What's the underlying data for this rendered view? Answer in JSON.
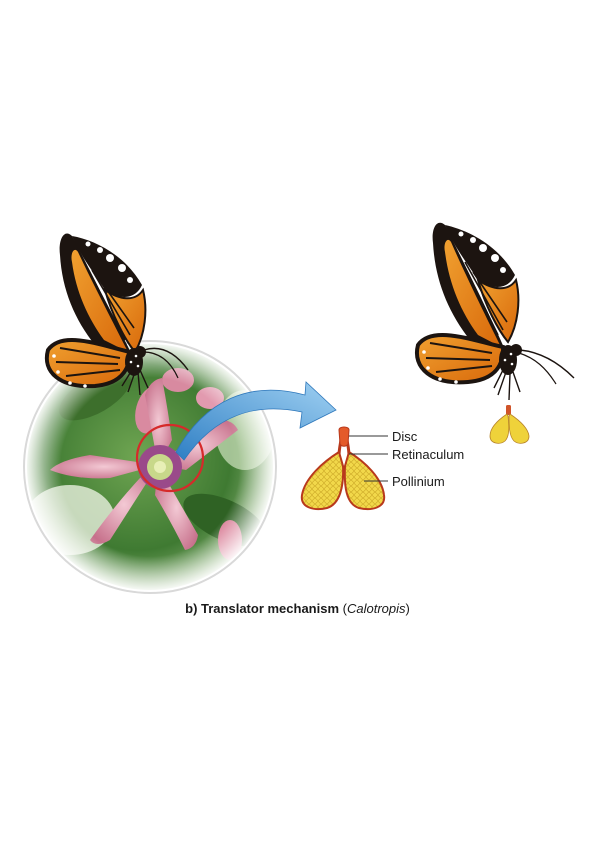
{
  "labels": {
    "disc": "Disc",
    "retinaculum": "Retinaculum",
    "pollinium": "Pollinium"
  },
  "caption": {
    "prefix": "b) Translator mechanism",
    "open_paren": " (",
    "genus": "Calotropis",
    "close_paren": ")"
  },
  "colors": {
    "butterfly_orange": "#e8820f",
    "butterfly_black": "#1c1410",
    "pollinium_yellow": "#efd23a",
    "pollinium_outline": "#b8391c",
    "arrow_blue": "#5ba6dc",
    "highlight_red": "#d62a2a",
    "flower_pink": "#d98aa0",
    "leaf_green": "#4d8a3a"
  }
}
